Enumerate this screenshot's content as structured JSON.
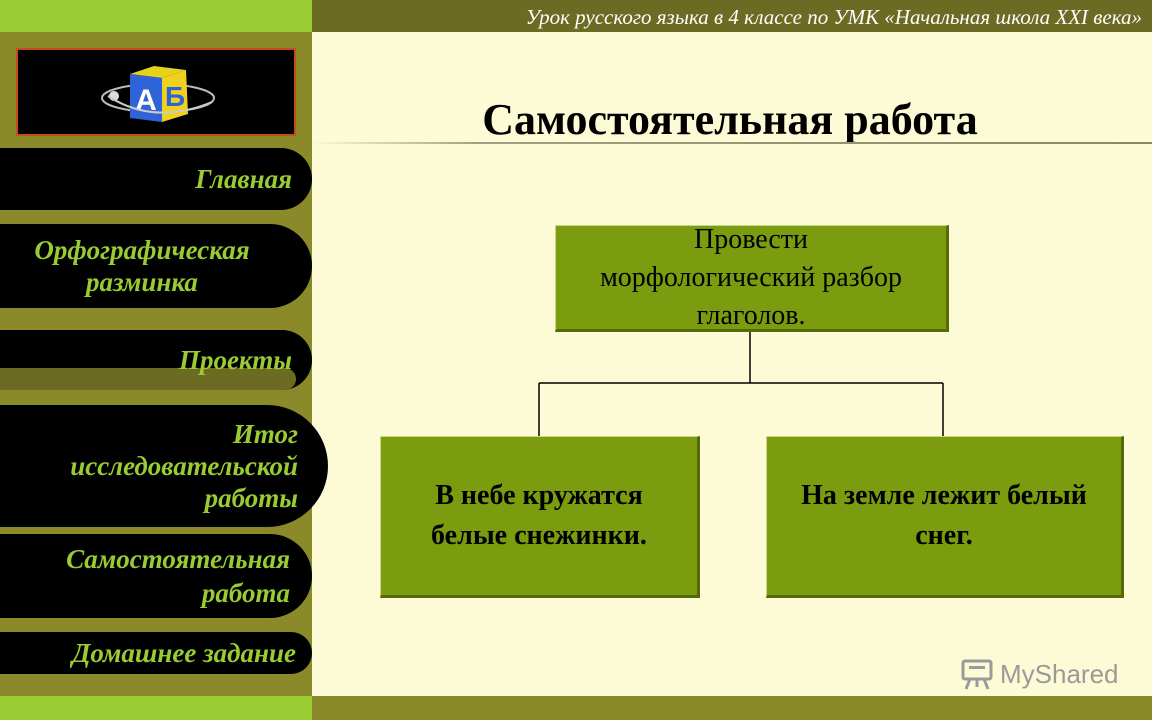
{
  "header": {
    "title": "Урок русского языка в 4 классе по УМК «Начальная школа XXI века»"
  },
  "logo": {
    "letters": [
      "А",
      "Б"
    ],
    "icon": "abc-cube-icon"
  },
  "sidebar": {
    "items": [
      {
        "label": "Главная"
      },
      {
        "lines": [
          "Орфографическая",
          "разминка"
        ]
      },
      {
        "label": "Проекты"
      },
      {
        "lines": [
          "Итог",
          "исследовательской",
          "работы"
        ]
      },
      {
        "lines": [
          "Самостоятельная",
          "работа"
        ]
      },
      {
        "label": "Домашнее задание"
      }
    ]
  },
  "main": {
    "title": "Самостоятельная работа",
    "root_node": {
      "lines": [
        "Провести",
        "морфологический разбор",
        "глаголов."
      ]
    },
    "left_node": {
      "lines": [
        "В небе кружатся",
        "белые снежинки."
      ]
    },
    "right_node": {
      "lines": [
        "На земле лежит белый",
        "снег."
      ]
    }
  },
  "watermark": {
    "text": "MyShared",
    "icon": "presentation-board-icon"
  },
  "colors": {
    "accent_green": "#99cc33",
    "olive": "#8a8a2a",
    "dark_olive": "#6b6b24",
    "node_green": "#7c9c10",
    "background": "#fdfbd6"
  }
}
